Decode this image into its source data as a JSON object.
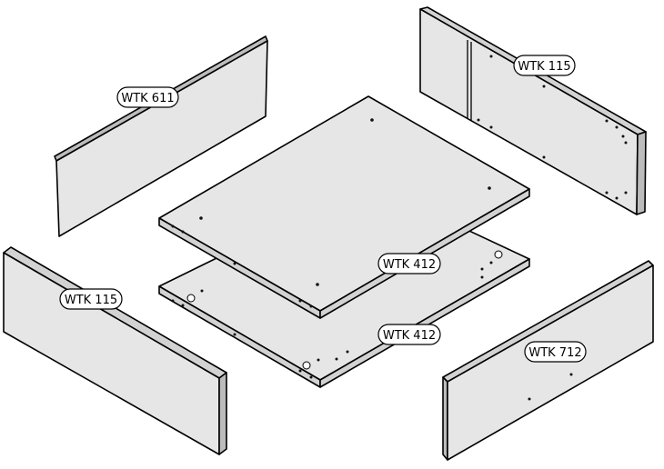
{
  "labels": {
    "back_panel": "WTK 611",
    "side_panel_left": "WTK 115",
    "side_panel_right": "WTK 115",
    "shelf_top": "WTK 412",
    "shelf_bottom": "WTK 412",
    "front_panel": "WTK 712"
  }
}
